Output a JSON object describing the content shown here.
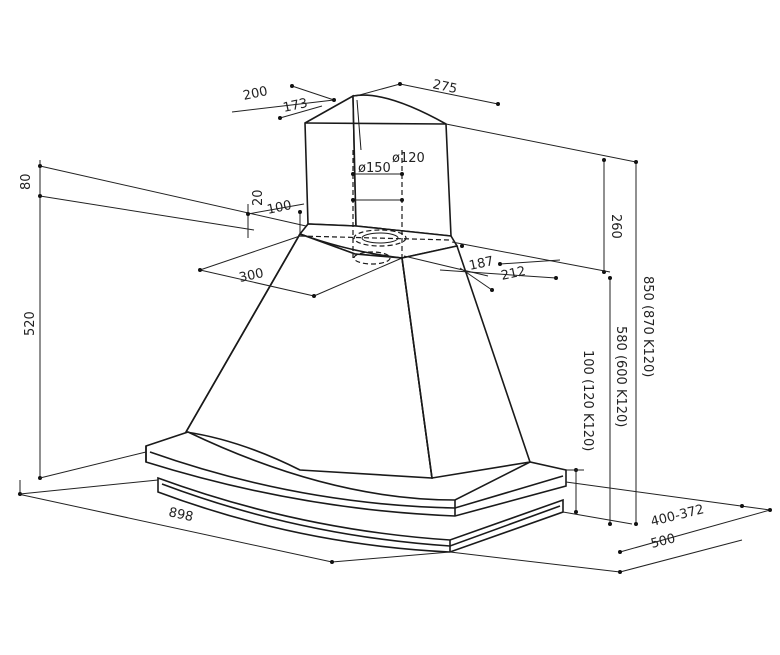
{
  "dimensions": {
    "top_depth_outer": "200",
    "top_depth_inner": "173",
    "chimney_width": "275",
    "duct_diameter": "ø150",
    "duct_alt": "ø120",
    "flange_top": "80",
    "flange_inner": "20",
    "flange_depth": "100",
    "canopy_top_width": "300",
    "top_side_a": "187",
    "top_side_b": "212",
    "chimney_height": "260",
    "total_height": "850 (870 K120)",
    "body_height": "580 (600 K120)",
    "base_height": "100 (120 K120)",
    "canopy_height": "520",
    "width": "898",
    "depth_range": "400-372",
    "depth": "500"
  }
}
